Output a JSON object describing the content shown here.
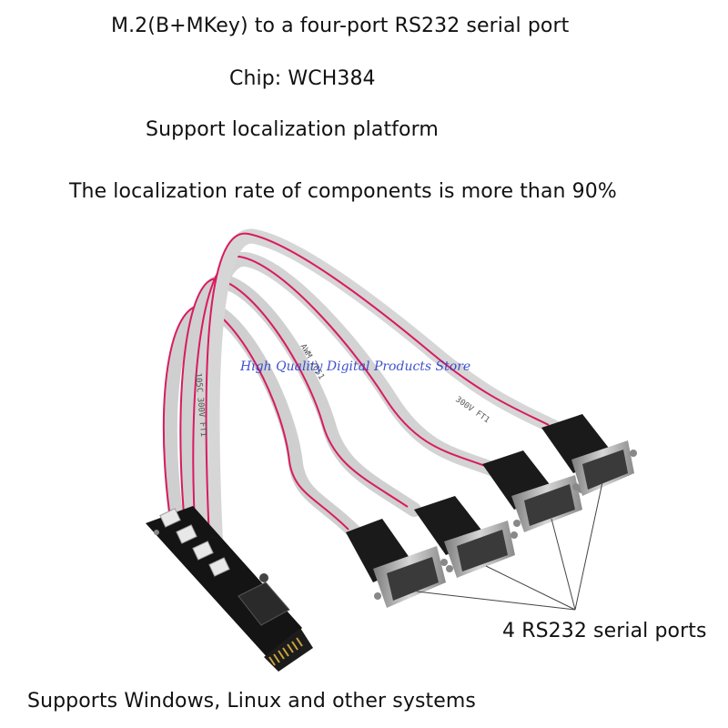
{
  "headline": {
    "line1": "M.2(B+MKey) to a four-port RS232 serial port",
    "line2": "Chip: WCH384",
    "line3": "Support localization platform",
    "line4": "The localization rate of components is more than 90%"
  },
  "callout": {
    "ports_label": "4 RS232 serial ports"
  },
  "footer": {
    "os_support": "Supports Windows, Linux and other systems"
  },
  "watermark": {
    "text": "High Quality Digital Products Store"
  },
  "cable_print": {
    "a": "300V FT1",
    "b": "AWM 2651",
    "c": "105C 300V FT1"
  },
  "colors": {
    "cable": "#d2d2d2",
    "stripe": "#d81b60",
    "pcb": "#141414",
    "connector": "#1a1a1a",
    "metal": "#a8a8a8",
    "watermark": "#2a3fc8"
  }
}
